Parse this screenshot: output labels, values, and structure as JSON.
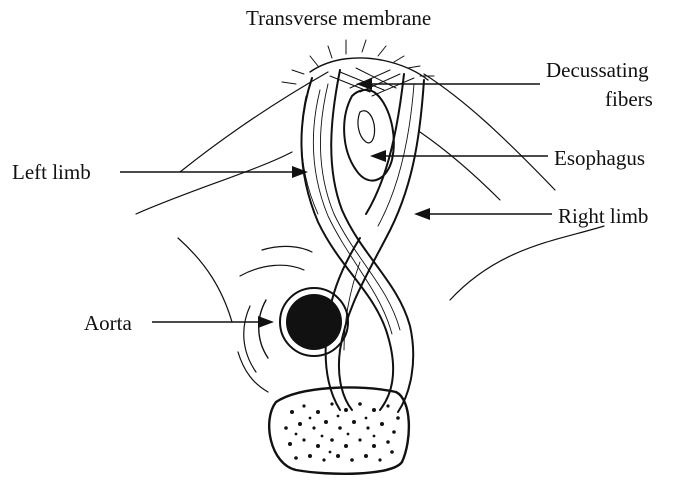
{
  "labels": {
    "transverse_membrane": "Transverse membrane",
    "decussating_line1": "Decussating",
    "decussating_line2": "fibers",
    "esophagus": "Esophagus",
    "left_limb": "Left limb",
    "right_limb": "Right limb",
    "aorta": "Aorta"
  }
}
